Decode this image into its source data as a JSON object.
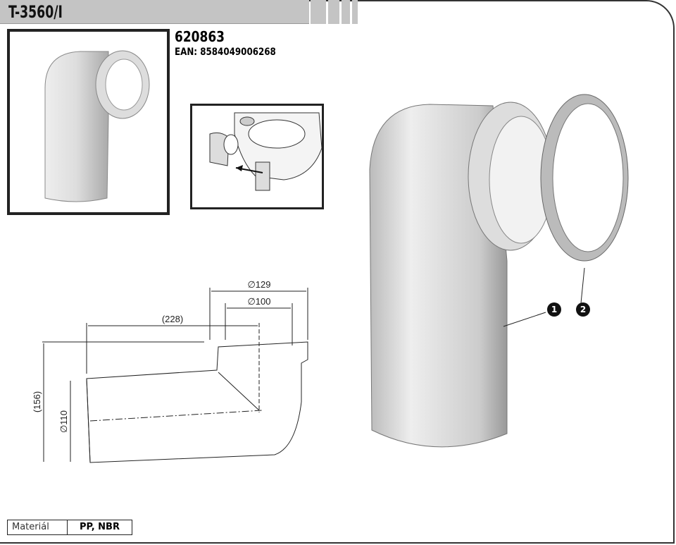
{
  "header": {
    "title": "T-3560/I",
    "product_code": "620863",
    "ean": "EAN: 8584049006268"
  },
  "drawing": {
    "dim_outer": "∅129",
    "dim_inner": "∅100",
    "dim_length": "(228)",
    "dim_height": "(156)",
    "dim_pipe": "∅110"
  },
  "callouts": [
    "1",
    "2"
  ],
  "material": {
    "label": "Materiál",
    "value": "PP, NBR"
  }
}
